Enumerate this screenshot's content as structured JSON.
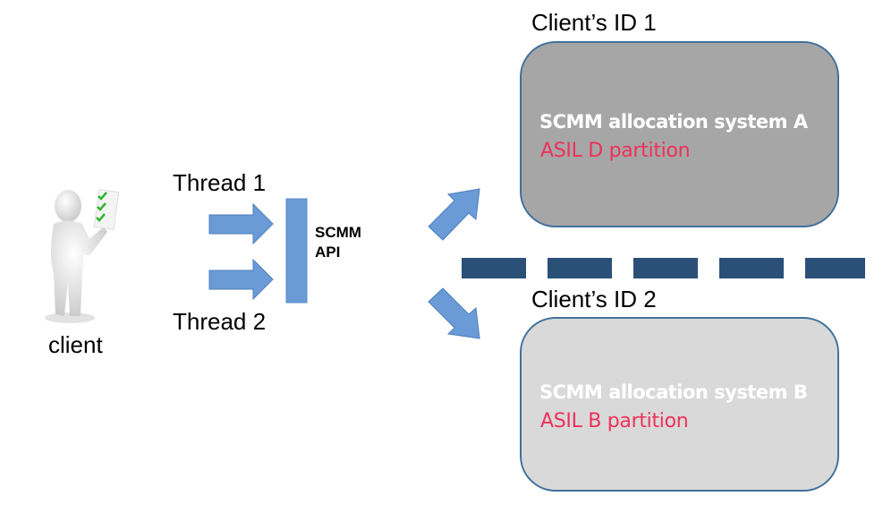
{
  "client": {
    "label": "client",
    "icon": "person-with-checklist-icon"
  },
  "threads": [
    {
      "label": "Thread 1"
    },
    {
      "label": "Thread 2"
    }
  ],
  "api": {
    "line1": "SCMM",
    "line2": "API",
    "color": "#6a9bd6"
  },
  "partitions": [
    {
      "client_id_label": "Client’s ID 1",
      "title": "SCMM allocation system A",
      "subtitle": "ASIL D partition",
      "fill": "#a6a6a6"
    },
    {
      "client_id_label": "Client’s ID 2",
      "title": "SCMM allocation system B",
      "subtitle": "ASIL B partition",
      "fill": "#d9d9d9"
    }
  ],
  "colors": {
    "arrow": "#6a9bd6",
    "arrow_stroke": "#4f7fbf",
    "divider": "#2b5078",
    "box_border": "#41719c",
    "subtitle": "#f0305a"
  }
}
